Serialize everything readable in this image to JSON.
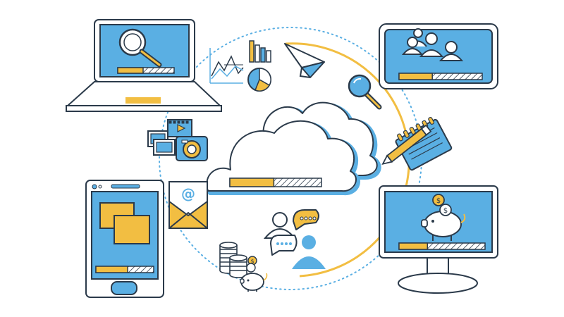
{
  "title": "",
  "colors": {
    "blue": "#5aafe3",
    "yellow": "#f2be42",
    "outline": "#2b3a4a",
    "white": "#ffffff"
  },
  "email": {
    "symbol": "@"
  },
  "coins": {
    "symbol": "$"
  },
  "progress": {
    "laptop": 0.45,
    "group_monitor": 0.4,
    "cloud": 0.48,
    "desktop": 0.33,
    "tablet": 0.55
  },
  "icons": [
    "laptop-search-icon",
    "chart-icon",
    "paper-plane-icon",
    "magnifier-icon",
    "users-group-icon",
    "notebook-pencil-icon",
    "cloud-icon",
    "media-gallery-icon",
    "email-envelope-icon",
    "chat-users-icon",
    "coins-piggy-icon",
    "desktop-piggy-icon",
    "tablet-icon"
  ]
}
